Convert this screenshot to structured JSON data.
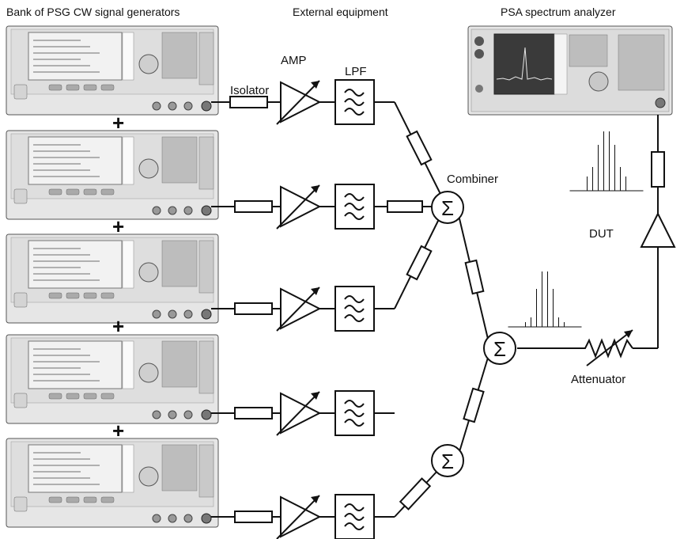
{
  "headers": {
    "generators": "Bank of PSG CW signal generators",
    "external": "External equipment",
    "analyzer": "PSA spectrum analyzer"
  },
  "labels": {
    "amp": "AMP",
    "lpf": "LPF",
    "isolator": "Isolator",
    "combiner": "Combiner",
    "dut": "DUT",
    "attenuator": "Attenuator",
    "sigma": "Σ",
    "plus": "+"
  },
  "generator_count": 5,
  "colors": {
    "ink": "#111111",
    "instrument_body": "#e6e6e6",
    "instrument_panel": "#cfcfcf",
    "screen": "#f2f2f2",
    "analyzer_screen": "#3a3a3a"
  }
}
